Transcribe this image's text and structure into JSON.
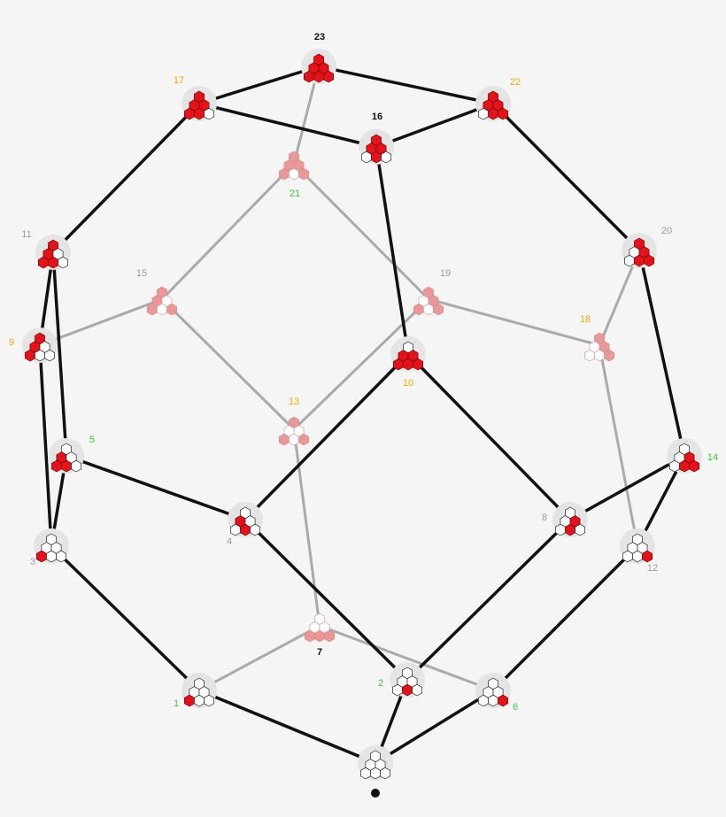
{
  "colors": {
    "front_edge": "#111111",
    "back_edge": "#aaaaaa",
    "filled": "#e2131b",
    "filled_back": "#e89898",
    "empty": "#ffffff",
    "node_bg": "#e4e4e4",
    "label_black": "#111111",
    "label_orange": "#f0a800",
    "label_green": "#3cc63c",
    "label_gray": "#9a9a9a"
  },
  "nodes": [
    {
      "id": "23",
      "label": "23",
      "color": "black",
      "back": false,
      "filled": [
        true,
        true,
        true,
        true,
        true,
        true
      ]
    },
    {
      "id": "17",
      "label": "17",
      "color": "orange",
      "back": false,
      "filled": [
        true,
        true,
        true,
        true,
        true,
        false
      ]
    },
    {
      "id": "22",
      "label": "22",
      "color": "orange",
      "back": false,
      "filled": [
        true,
        true,
        true,
        false,
        true,
        true
      ]
    },
    {
      "id": "16",
      "label": "16",
      "color": "black",
      "back": false,
      "filled": [
        true,
        true,
        true,
        false,
        true,
        false
      ]
    },
    {
      "id": "21",
      "label": "21",
      "color": "green",
      "back": true,
      "filled": [
        true,
        true,
        true,
        true,
        false,
        true
      ]
    },
    {
      "id": "11",
      "label": "11",
      "color": "gray",
      "back": false,
      "filled": [
        true,
        true,
        false,
        true,
        true,
        false
      ]
    },
    {
      "id": "20",
      "label": "20",
      "color": "gray",
      "back": false,
      "filled": [
        true,
        false,
        true,
        false,
        true,
        true
      ]
    },
    {
      "id": "15",
      "label": "15",
      "color": "gray",
      "back": true,
      "filled": [
        true,
        true,
        false,
        true,
        false,
        true
      ]
    },
    {
      "id": "19",
      "label": "19",
      "color": "gray",
      "back": true,
      "filled": [
        true,
        false,
        true,
        true,
        false,
        true
      ]
    },
    {
      "id": "9",
      "label": "9",
      "color": "orange",
      "back": false,
      "filled": [
        true,
        true,
        false,
        true,
        false,
        false
      ]
    },
    {
      "id": "18",
      "label": "18",
      "color": "orange",
      "back": true,
      "filled": [
        true,
        false,
        true,
        false,
        false,
        true
      ]
    },
    {
      "id": "10",
      "label": "10",
      "color": "orange",
      "back": false,
      "filled": [
        false,
        true,
        true,
        true,
        true,
        true
      ]
    },
    {
      "id": "13",
      "label": "13",
      "color": "orange",
      "back": true,
      "filled": [
        true,
        false,
        false,
        true,
        false,
        true
      ]
    },
    {
      "id": "5",
      "label": "5",
      "color": "green",
      "back": false,
      "filled": [
        false,
        true,
        false,
        true,
        true,
        false
      ]
    },
    {
      "id": "14",
      "label": "14",
      "color": "green",
      "back": false,
      "filled": [
        false,
        false,
        true,
        false,
        true,
        true
      ]
    },
    {
      "id": "4",
      "label": "4",
      "color": "gray",
      "back": false,
      "filled": [
        false,
        true,
        false,
        false,
        true,
        false
      ]
    },
    {
      "id": "8",
      "label": "8",
      "color": "gray",
      "back": false,
      "filled": [
        false,
        false,
        true,
        false,
        true,
        false
      ]
    },
    {
      "id": "3",
      "label": "3",
      "color": "gray",
      "back": false,
      "filled": [
        false,
        false,
        false,
        true,
        false,
        false
      ]
    },
    {
      "id": "12",
      "label": "12",
      "color": "gray",
      "back": false,
      "filled": [
        false,
        false,
        false,
        false,
        false,
        true
      ]
    },
    {
      "id": "7",
      "label": "7",
      "color": "black",
      "back": true,
      "filled": [
        false,
        false,
        false,
        true,
        true,
        true
      ]
    },
    {
      "id": "1",
      "label": "1",
      "color": "green",
      "back": false,
      "filled": [
        false,
        false,
        false,
        true,
        false,
        false
      ]
    },
    {
      "id": "2",
      "label": "2",
      "color": "green",
      "back": false,
      "filled": [
        false,
        false,
        false,
        false,
        true,
        false
      ]
    },
    {
      "id": "6",
      "label": "6",
      "color": "green",
      "back": false,
      "filled": [
        false,
        false,
        false,
        false,
        false,
        true
      ]
    },
    {
      "id": "0",
      "label": "",
      "color": "black",
      "back": false,
      "filled": [
        false,
        false,
        false,
        false,
        false,
        false
      ]
    }
  ],
  "edges": [
    {
      "a": "23",
      "b": "17",
      "back": false
    },
    {
      "a": "23",
      "b": "22",
      "back": false
    },
    {
      "a": "17",
      "b": "16",
      "back": false
    },
    {
      "a": "22",
      "b": "16",
      "back": false
    },
    {
      "a": "17",
      "b": "11",
      "back": false
    },
    {
      "a": "22",
      "b": "20",
      "back": false
    },
    {
      "a": "16",
      "b": "10",
      "back": false
    },
    {
      "a": "11",
      "b": "9",
      "back": false
    },
    {
      "a": "11",
      "b": "5",
      "back": false
    },
    {
      "a": "20",
      "b": "14",
      "back": false
    },
    {
      "a": "9",
      "b": "3",
      "back": false
    },
    {
      "a": "5",
      "b": "3",
      "back": false
    },
    {
      "a": "5",
      "b": "4",
      "back": false
    },
    {
      "a": "10",
      "b": "4",
      "back": false
    },
    {
      "a": "10",
      "b": "8",
      "back": false
    },
    {
      "a": "14",
      "b": "8",
      "back": false
    },
    {
      "a": "14",
      "b": "12",
      "back": false
    },
    {
      "a": "3",
      "b": "1",
      "back": false
    },
    {
      "a": "4",
      "b": "2",
      "back": false
    },
    {
      "a": "8",
      "b": "2",
      "back": false
    },
    {
      "a": "12",
      "b": "6",
      "back": false
    },
    {
      "a": "1",
      "b": "0",
      "back": false
    },
    {
      "a": "2",
      "b": "0",
      "back": false
    },
    {
      "a": "6",
      "b": "0",
      "back": false
    },
    {
      "a": "23",
      "b": "21",
      "back": true
    },
    {
      "a": "21",
      "b": "15",
      "back": true
    },
    {
      "a": "21",
      "b": "19",
      "back": true
    },
    {
      "a": "15",
      "b": "9",
      "back": true
    },
    {
      "a": "15",
      "b": "13",
      "back": true
    },
    {
      "a": "19",
      "b": "13",
      "back": true
    },
    {
      "a": "19",
      "b": "18",
      "back": true
    },
    {
      "a": "20",
      "b": "18",
      "back": true
    },
    {
      "a": "18",
      "b": "12",
      "back": true
    },
    {
      "a": "13",
      "b": "7",
      "back": true
    },
    {
      "a": "7",
      "b": "1",
      "back": true
    },
    {
      "a": "7",
      "b": "6",
      "back": true
    }
  ]
}
